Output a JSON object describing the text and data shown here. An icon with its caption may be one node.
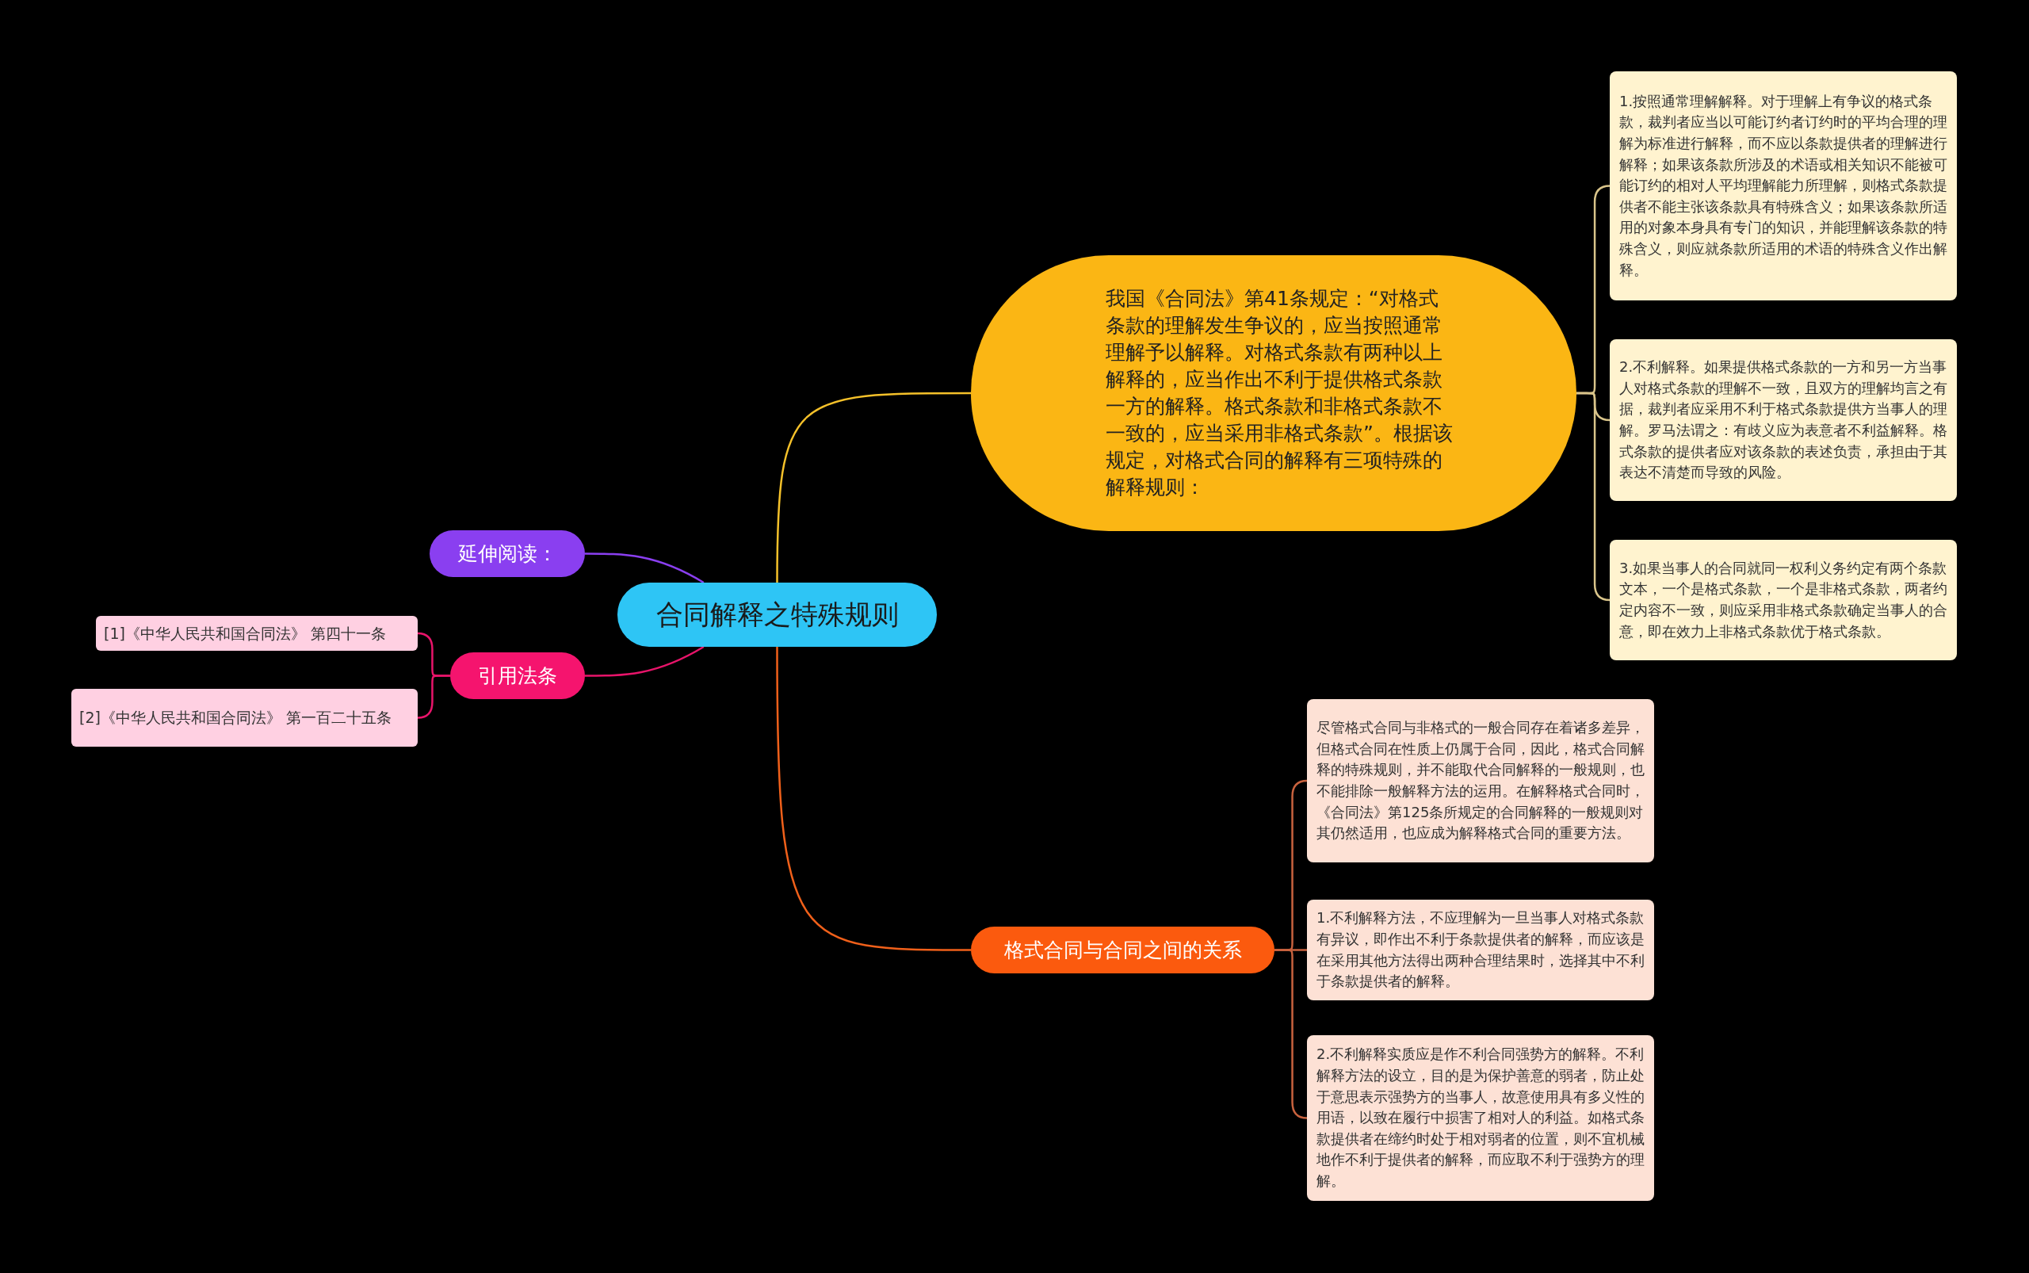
{
  "diagram": {
    "nodes": [
      {
        "text": [
          "合同解释之特殊规则"
        ]
      },
      {
        "text": [
          "我国《合同法》第41条规定：“对格式条款的理解发生争议的，应当按照通常理解予以解释。对格式条款有两种以上解释的，应当作出不利于提供格式条款一方的解释。格式条款和非格式条款不一致的，应当采用非格式条款”。根据该规定，对格式合同的解释有三项特殊的解释规则："
        ]
      },
      {
        "text": [
          "1.按照通常理解解释。对于理解上有争议的格式条款，裁判者应当以可能订约者订约时的平均合理的理解为标准进行解释，而不应以条款提供者的理解进行解释；如果该条款所涉及的术语或相关知识不能被可能订约的相对人平均理解能力所理解，则格式条款提供者不能主张该条款具有特殊含义；如果该条款所适用的对象本身具有专门的知识，并能理解该条款的特殊含义，则应就条款所适用的术语的特殊含义作出解释。"
        ]
      },
      {
        "text": [
          "2.不利解释。如果提供格式条款的一方和另一方当事人对格式条款的理解不一致，且双方的理解均言之有据，裁判者应采用不利于格式条款提供方当事人的理解。罗马法谓之：有歧义应为表意者不利益解释。格式条款的提供者应对该条款的表述负责，承担由于其表达不清楚而导致的风险。"
        ]
      },
      {
        "text": [
          "3.如果当事人的合同就同一权利义务约定有两个条款文本，一个是格式条款，一个是非格式条款，两者约定内容不一致，则应采用非格式条款确定当事人的合意，即在效力上非格式条款优于格式条款。"
        ]
      },
      {
        "text": [
          "格式合同与合同之间的关系"
        ]
      },
      {
        "text": [
          "尽管格式合同与非格式的一般合同存在着诸多差异，但格式合同在性质上仍属于合同，因此，格式合同解释的特殊规则，并不能取代合同解释的一般规则，也不能排除一般解释方法的运用。在解释格式合同时，《合同法》第125条所规定的合同解释的一般规则对其仍然适用，也应成为解释格式合同的重要方法。"
        ]
      },
      {
        "text": [
          "1.不利解释方法，不应理解为一旦当事人对格式条款有异议，即作出不利于条款提供者的解释，而应该是在采用其他方法得出两种合理结果时，选择其中不利于条款提供者的解释。"
        ]
      },
      {
        "text": [
          "2.不利解释实质应是作不利合同强势方的解释。不利解释方法的设立，目的是为保护善意的弱者，防止处于意思表示强势方的当事人，故意使用具有多义性的用语，以致在履行中损害了相对人的利益。如格式条款提供者在缔约时处于相对弱者的位置，则不宜机械地作不利于提供者的解释，而应取不利于强势方的理解。"
        ]
      },
      {
        "text": [
          "延伸阅读："
        ]
      },
      {
        "text": [
          "引用法条"
        ]
      },
      {
        "text": [
          "[1]《中华人民共和国合同法》 第四十一条"
        ]
      },
      {
        "text": [
          "[2]《中华人民共和国合同法》 第一百二十五条"
        ]
      }
    ],
    "edges": [
      {
        "from": 0,
        "to": 1,
        "arrow": "none",
        "color": "#f5c12a"
      },
      {
        "from": 0,
        "to": 5,
        "arrow": "none",
        "color": "#f0601a"
      },
      {
        "from": 0,
        "to": 9,
        "arrow": "none",
        "color": "#8a3ff0"
      },
      {
        "from": 0,
        "to": 10,
        "arrow": "none",
        "color": "#e8146a"
      },
      {
        "from": 1,
        "to": 2,
        "arrow": "none",
        "color": "#d9c48a"
      },
      {
        "from": 1,
        "to": 3,
        "arrow": "none",
        "color": "#d9c48a"
      },
      {
        "from": 1,
        "to": 4,
        "arrow": "none",
        "color": "#d9c48a"
      },
      {
        "from": 5,
        "to": 6,
        "arrow": "none",
        "color": "#c8623e"
      },
      {
        "from": 5,
        "to": 7,
        "arrow": "none",
        "color": "#c8623e"
      },
      {
        "from": 5,
        "to": 8,
        "arrow": "none",
        "color": "#c8623e"
      },
      {
        "from": 10,
        "to": 11,
        "arrow": "none",
        "color": "#e8146a"
      },
      {
        "from": 10,
        "to": 12,
        "arrow": "none",
        "color": "#e8146a"
      }
    ]
  }
}
